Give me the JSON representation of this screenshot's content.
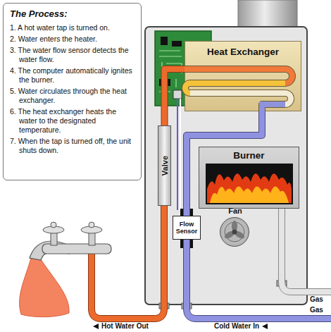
{
  "diagram": {
    "nodes": [
      {
        "text": [
          "The Process:",
          "1. A hot water tap is turned on.",
          "2. Water enters the heater.",
          "3. The water flow sensor detects the water flow.",
          "4. The computer automatically ignites the burner.",
          "5. Water circulates through the heat exchanger.",
          "6. The heat exchanger heats the water to the designated temperature.",
          "7. When the tap is turned off, the unit shuts down."
        ]
      },
      {
        "text": [
          "Heat Exchanger"
        ]
      },
      {
        "text": [
          "Valve"
        ]
      },
      {
        "text": [
          "Burner"
        ]
      },
      {
        "text": [
          "Flow Sensor"
        ]
      },
      {
        "text": [
          "Fan"
        ]
      }
    ],
    "edges": [
      {
        "from": 1,
        "to": 2,
        "arrow": "none"
      },
      {
        "from": 4,
        "to": 1,
        "arrow": "none"
      }
    ],
    "labels": [
      "Gas",
      "Gas",
      "Hot Water Out",
      "Cold Water In"
    ]
  }
}
